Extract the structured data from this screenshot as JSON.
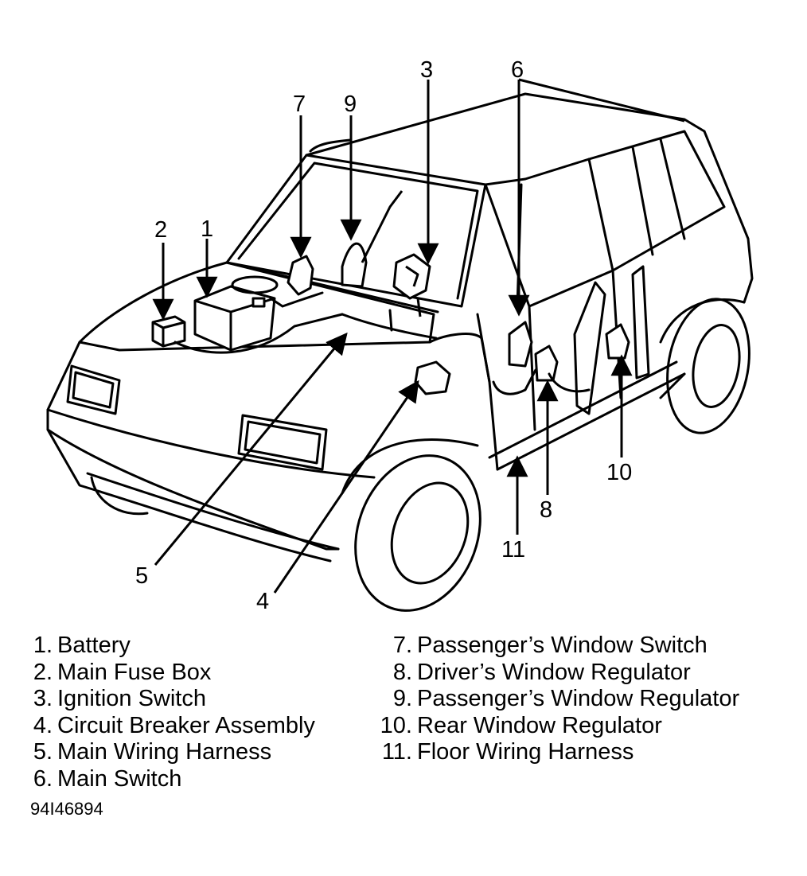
{
  "callouts": [
    "1",
    "2",
    "3",
    "4",
    "5",
    "6",
    "7",
    "8",
    "9",
    "10",
    "11"
  ],
  "legend": {
    "left": [
      {
        "num": "1.",
        "label": "Battery"
      },
      {
        "num": "2.",
        "label": "Main Fuse Box"
      },
      {
        "num": "3.",
        "label": "Ignition Switch"
      },
      {
        "num": "4.",
        "label": "Circuit Breaker Assembly"
      },
      {
        "num": "5.",
        "label": "Main Wiring Harness"
      },
      {
        "num": "6.",
        "label": "Main Switch"
      }
    ],
    "right": [
      {
        "num": "7.",
        "label": "Passenger’s Window Switch"
      },
      {
        "num": "8.",
        "label": "Driver’s Window Regulator"
      },
      {
        "num": "9.",
        "label": "Passenger’s Window Regulator"
      },
      {
        "num": "10.",
        "label": "Rear Window Regulator"
      },
      {
        "num": "11.",
        "label": "Floor Wiring Harness"
      }
    ]
  },
  "figure_code": "94I46894",
  "colors": {
    "line": "#000000",
    "background": "#ffffff"
  }
}
